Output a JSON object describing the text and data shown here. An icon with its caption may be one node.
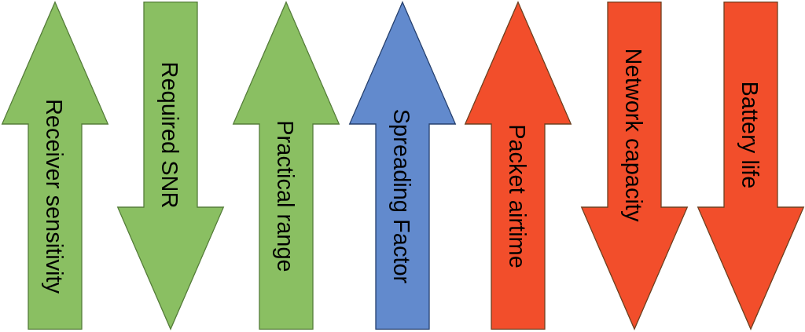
{
  "diagram": {
    "nodes": [
      {
        "text": [
          "Receiver sensitivity"
        ]
      },
      {
        "text": [
          "Required SNR"
        ]
      },
      {
        "text": [
          "Practical range"
        ]
      },
      {
        "text": [
          "Spreading Factor"
        ]
      },
      {
        "text": [
          "Packet airtime"
        ]
      },
      {
        "text": [
          "Network capacity"
        ]
      },
      {
        "text": [
          "Battery life"
        ]
      }
    ]
  }
}
